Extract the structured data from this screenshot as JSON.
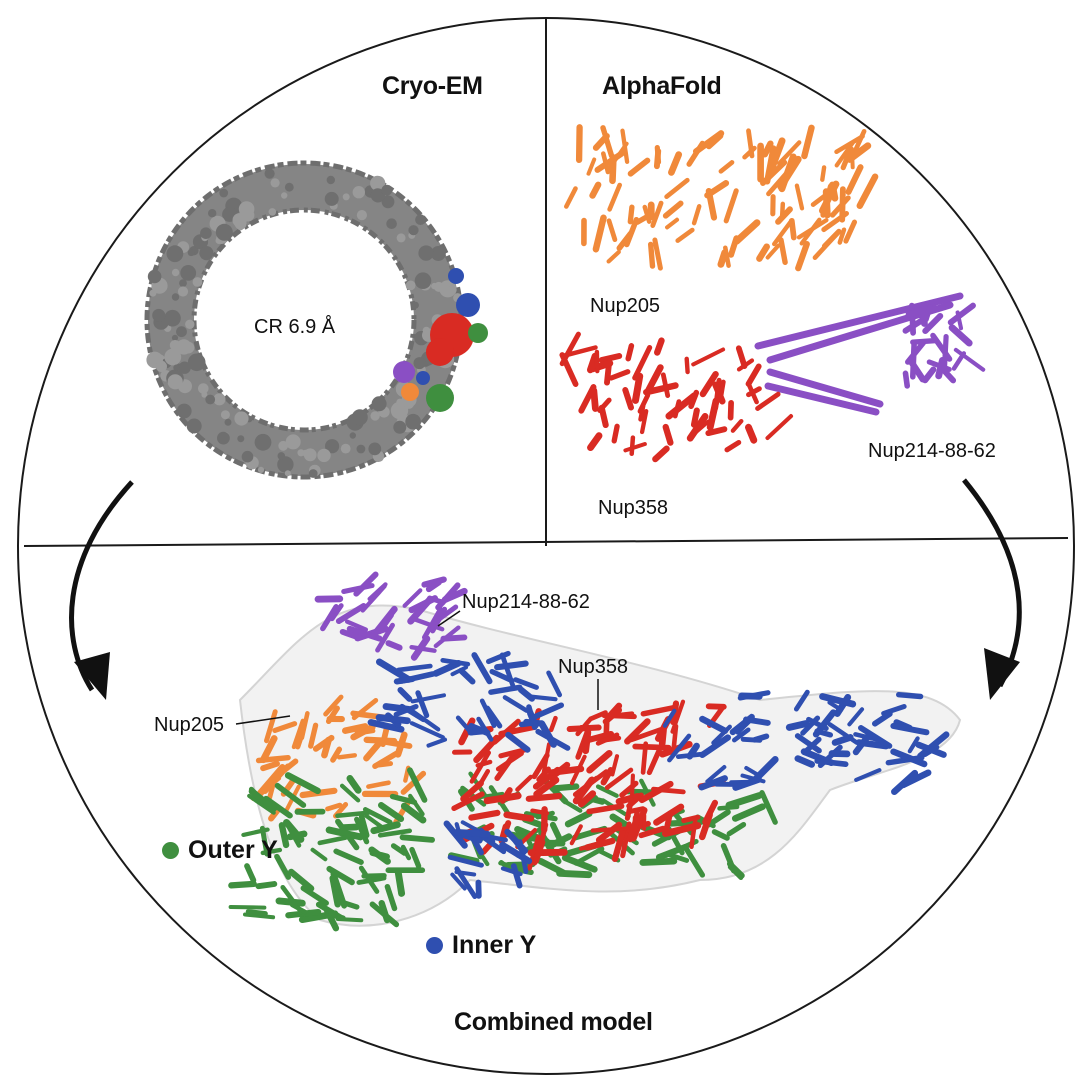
{
  "panels": {
    "cryo_em": {
      "title": "Cryo-EM",
      "map_label": "CR 6.9 Å"
    },
    "alphafold": {
      "title": "AlphaFold",
      "labels": {
        "nup205": "Nup205",
        "nup358": "Nup358",
        "nup214": "Nup214-88-62"
      }
    },
    "combined": {
      "title": "Combined model",
      "labels": {
        "nup214": "Nup214-88-62",
        "nup358": "Nup358",
        "nup205": "Nup205"
      },
      "legend": [
        {
          "label": "Outer Y",
          "color": "#3f8f3f"
        },
        {
          "label": "Inner Y",
          "color": "#2f4fb0"
        }
      ]
    }
  },
  "colors": {
    "nup205": "#f0893a",
    "nup358": "#d92b23",
    "nup214": "#8a4fc4",
    "outer_y": "#3f8f3f",
    "inner_y": "#2f4fb0",
    "density": "#777777"
  }
}
